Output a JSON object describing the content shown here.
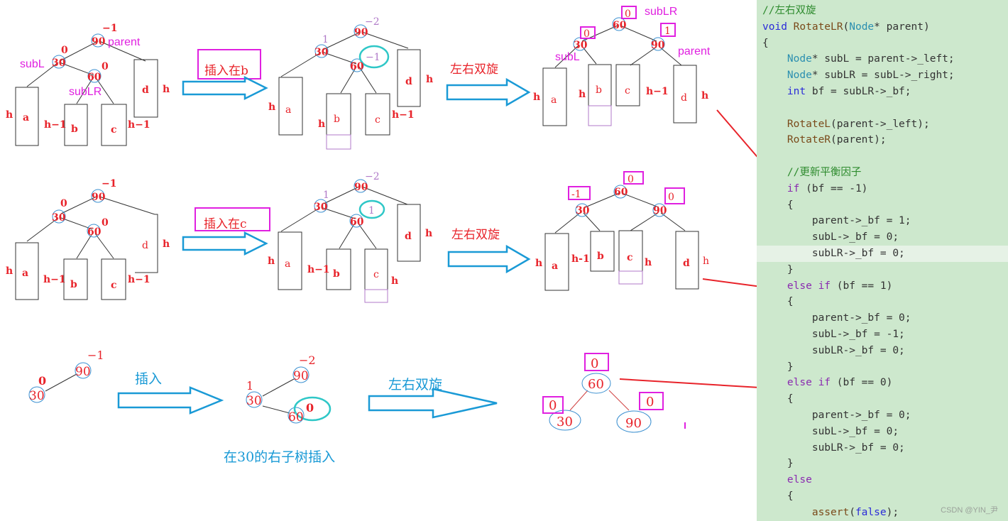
{
  "colors": {
    "red": "#e8232a",
    "magenta": "#e020e0",
    "cyan": "#2fc7c7",
    "blue": "#1a9ad6",
    "node": "#3a8fd0",
    "purple": "#b07ac8",
    "code_bg": "#cde8cd"
  },
  "labels": {
    "subL": "subL",
    "subLR": "subLR",
    "parent": "parent",
    "insert_b": "插入在b",
    "insert_c": "插入在c",
    "double_rot": "左右双旋",
    "insert": "插入",
    "caption": "在30的右子树插入"
  },
  "nodes": {
    "n90": "90",
    "n60": "60",
    "n30": "30"
  },
  "bf": {
    "m1": "−1",
    "m2": "−2",
    "zero": "0",
    "one": "1",
    "two": "−2",
    "m1b": "-1",
    "m1c": "−1"
  },
  "subtrees": {
    "a": "a",
    "b": "b",
    "c": "c",
    "d": "d",
    "h": "h",
    "hm1": "h−1",
    "hm1b": "h-1"
  },
  "code": {
    "lines": [
      [
        {
          "t": "//左右双旋",
          "c": "cmt"
        }
      ],
      [
        {
          "t": "void ",
          "c": "kw"
        },
        {
          "t": "RotateLR",
          "c": "fn"
        },
        {
          "t": "(",
          "c": "op"
        },
        {
          "t": "Node",
          "c": "type"
        },
        {
          "t": "* parent)",
          "c": "op"
        }
      ],
      [
        {
          "t": "{",
          "c": "op"
        }
      ],
      [
        {
          "t": "    Node",
          "c": "type"
        },
        {
          "t": "* subL = parent->_left;",
          "c": "op"
        }
      ],
      [
        {
          "t": "    Node",
          "c": "type"
        },
        {
          "t": "* subLR = subL->_right;",
          "c": "op"
        }
      ],
      [
        {
          "t": "    int ",
          "c": "kw"
        },
        {
          "t": "bf = subLR->_bf;",
          "c": "op"
        }
      ],
      [
        {
          "t": "",
          "c": "op"
        }
      ],
      [
        {
          "t": "    RotateL",
          "c": "fn"
        },
        {
          "t": "(parent->_left);",
          "c": "op"
        }
      ],
      [
        {
          "t": "    RotateR",
          "c": "fn"
        },
        {
          "t": "(parent);",
          "c": "op"
        }
      ],
      [
        {
          "t": "",
          "c": "op"
        }
      ],
      [
        {
          "t": "    //更新平衡因子",
          "c": "cmt"
        }
      ],
      [
        {
          "t": "    if ",
          "c": "ctl"
        },
        {
          "t": "(bf == -1)",
          "c": "op"
        }
      ],
      [
        {
          "t": "    {",
          "c": "op"
        }
      ],
      [
        {
          "t": "        parent->_bf = 1;",
          "c": "op"
        }
      ],
      [
        {
          "t": "        subL->_bf = 0;",
          "c": "op"
        }
      ],
      [
        {
          "t": "        subLR->_bf = 0;",
          "c": "op"
        }
      ],
      [
        {
          "t": "    }",
          "c": "op"
        }
      ],
      [
        {
          "t": "    else if ",
          "c": "ctl"
        },
        {
          "t": "(bf == 1)",
          "c": "op"
        }
      ],
      [
        {
          "t": "    {",
          "c": "op"
        }
      ],
      [
        {
          "t": "        parent->_bf = 0;",
          "c": "op"
        }
      ],
      [
        {
          "t": "        subL->_bf = -1;",
          "c": "op"
        }
      ],
      [
        {
          "t": "        subLR->_bf = 0;",
          "c": "op"
        }
      ],
      [
        {
          "t": "    }",
          "c": "op"
        }
      ],
      [
        {
          "t": "    else if ",
          "c": "ctl"
        },
        {
          "t": "(bf == 0)",
          "c": "op"
        }
      ],
      [
        {
          "t": "    {",
          "c": "op"
        }
      ],
      [
        {
          "t": "        parent->_bf = 0;",
          "c": "op"
        }
      ],
      [
        {
          "t": "        subL->_bf = 0;",
          "c": "op"
        }
      ],
      [
        {
          "t": "        subLR->_bf = 0;",
          "c": "op"
        }
      ],
      [
        {
          "t": "    }",
          "c": "op"
        }
      ],
      [
        {
          "t": "    else",
          "c": "ctl"
        }
      ],
      [
        {
          "t": "    {",
          "c": "op"
        }
      ],
      [
        {
          "t": "        assert",
          "c": "fn"
        },
        {
          "t": "(",
          "c": "op"
        },
        {
          "t": "false",
          "c": "kw"
        },
        {
          "t": ");",
          "c": "op"
        }
      ]
    ]
  },
  "watermark": "CSDN @YIN_尹"
}
